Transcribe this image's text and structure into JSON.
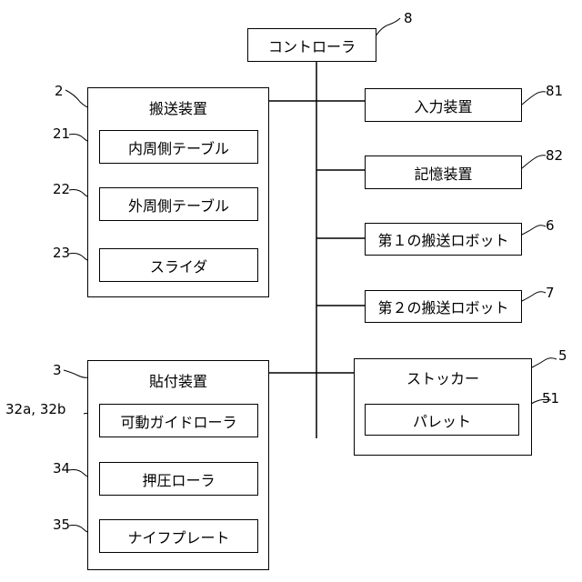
{
  "controller": {
    "label": "コントローラ",
    "ref": "8"
  },
  "transport": {
    "label": "搬送装置",
    "ref": "2",
    "inner_table": {
      "label": "内周側テーブル",
      "ref": "21"
    },
    "outer_table": {
      "label": "外周側テーブル",
      "ref": "22"
    },
    "slider": {
      "label": "スライダ",
      "ref": "23"
    }
  },
  "input_device": {
    "label": "入力装置",
    "ref": "81"
  },
  "storage_device": {
    "label": "記憶装置",
    "ref": "82"
  },
  "robot1": {
    "label": "第１の搬送ロボット",
    "ref": "6"
  },
  "robot2": {
    "label": "第２の搬送ロボット",
    "ref": "7"
  },
  "stocker": {
    "label": "ストッカー",
    "ref": "5",
    "pallet": {
      "label": "パレット",
      "ref": "51"
    }
  },
  "bonding": {
    "label": "貼付装置",
    "ref": "3",
    "guide_roller": {
      "label": "可動ガイドローラ",
      "ref": "32a, 32b"
    },
    "press_roller": {
      "label": "押圧ローラ",
      "ref": "34"
    },
    "knife_plate": {
      "label": "ナイフプレート",
      "ref": "35"
    }
  }
}
